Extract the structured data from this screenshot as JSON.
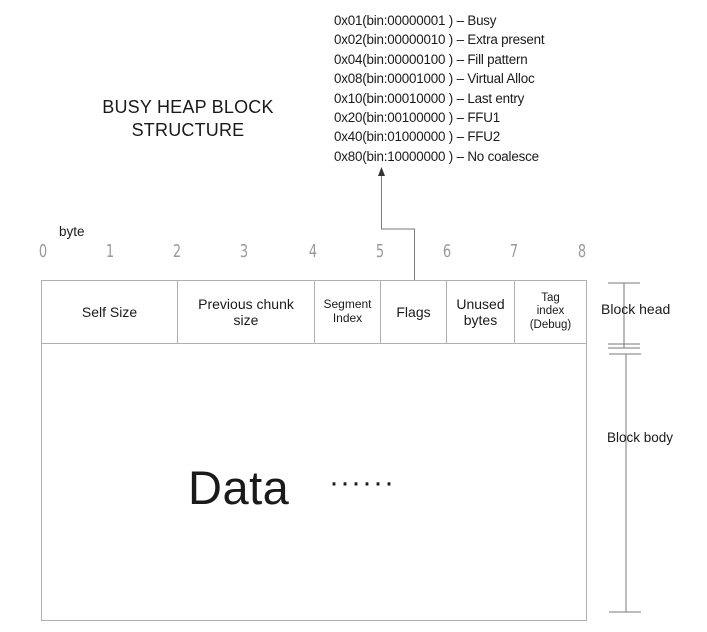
{
  "title_lines": [
    "BUSY HEAP BLOCK",
    "STRUCTURE"
  ],
  "flags": [
    "0x01(bin:00000001 ) – Busy",
    "0x02(bin:00000010 ) – Extra present",
    "0x04(bin:00000100 ) – Fill pattern",
    "0x08(bin:00001000 )  – Virtual Alloc",
    "0x10(bin:00010000 )  – Last entry",
    "0x20(bin:00100000 )  – FFU1",
    "0x40(bin:01000000 )  – FFU2",
    "0x80(bin:10000000 )  – No coalesce"
  ],
  "ruler": {
    "unit_label": "byte",
    "ticks": [
      "0",
      "1",
      "2",
      "3",
      "4",
      "5",
      "6",
      "7",
      "8"
    ]
  },
  "header_fields": [
    {
      "lines": [
        "Self Size"
      ]
    },
    {
      "lines": [
        "Previous chunk",
        "size"
      ]
    },
    {
      "lines": [
        "Segment",
        "Index"
      ]
    },
    {
      "lines": [
        "Flags"
      ]
    },
    {
      "lines": [
        "Unused",
        "bytes"
      ]
    },
    {
      "lines": [
        "Tag",
        "index",
        "(Debug)"
      ]
    }
  ],
  "body": {
    "label": "Data",
    "ellipsis": "······"
  },
  "side_labels": {
    "head": "Block head",
    "body": "Block body"
  }
}
